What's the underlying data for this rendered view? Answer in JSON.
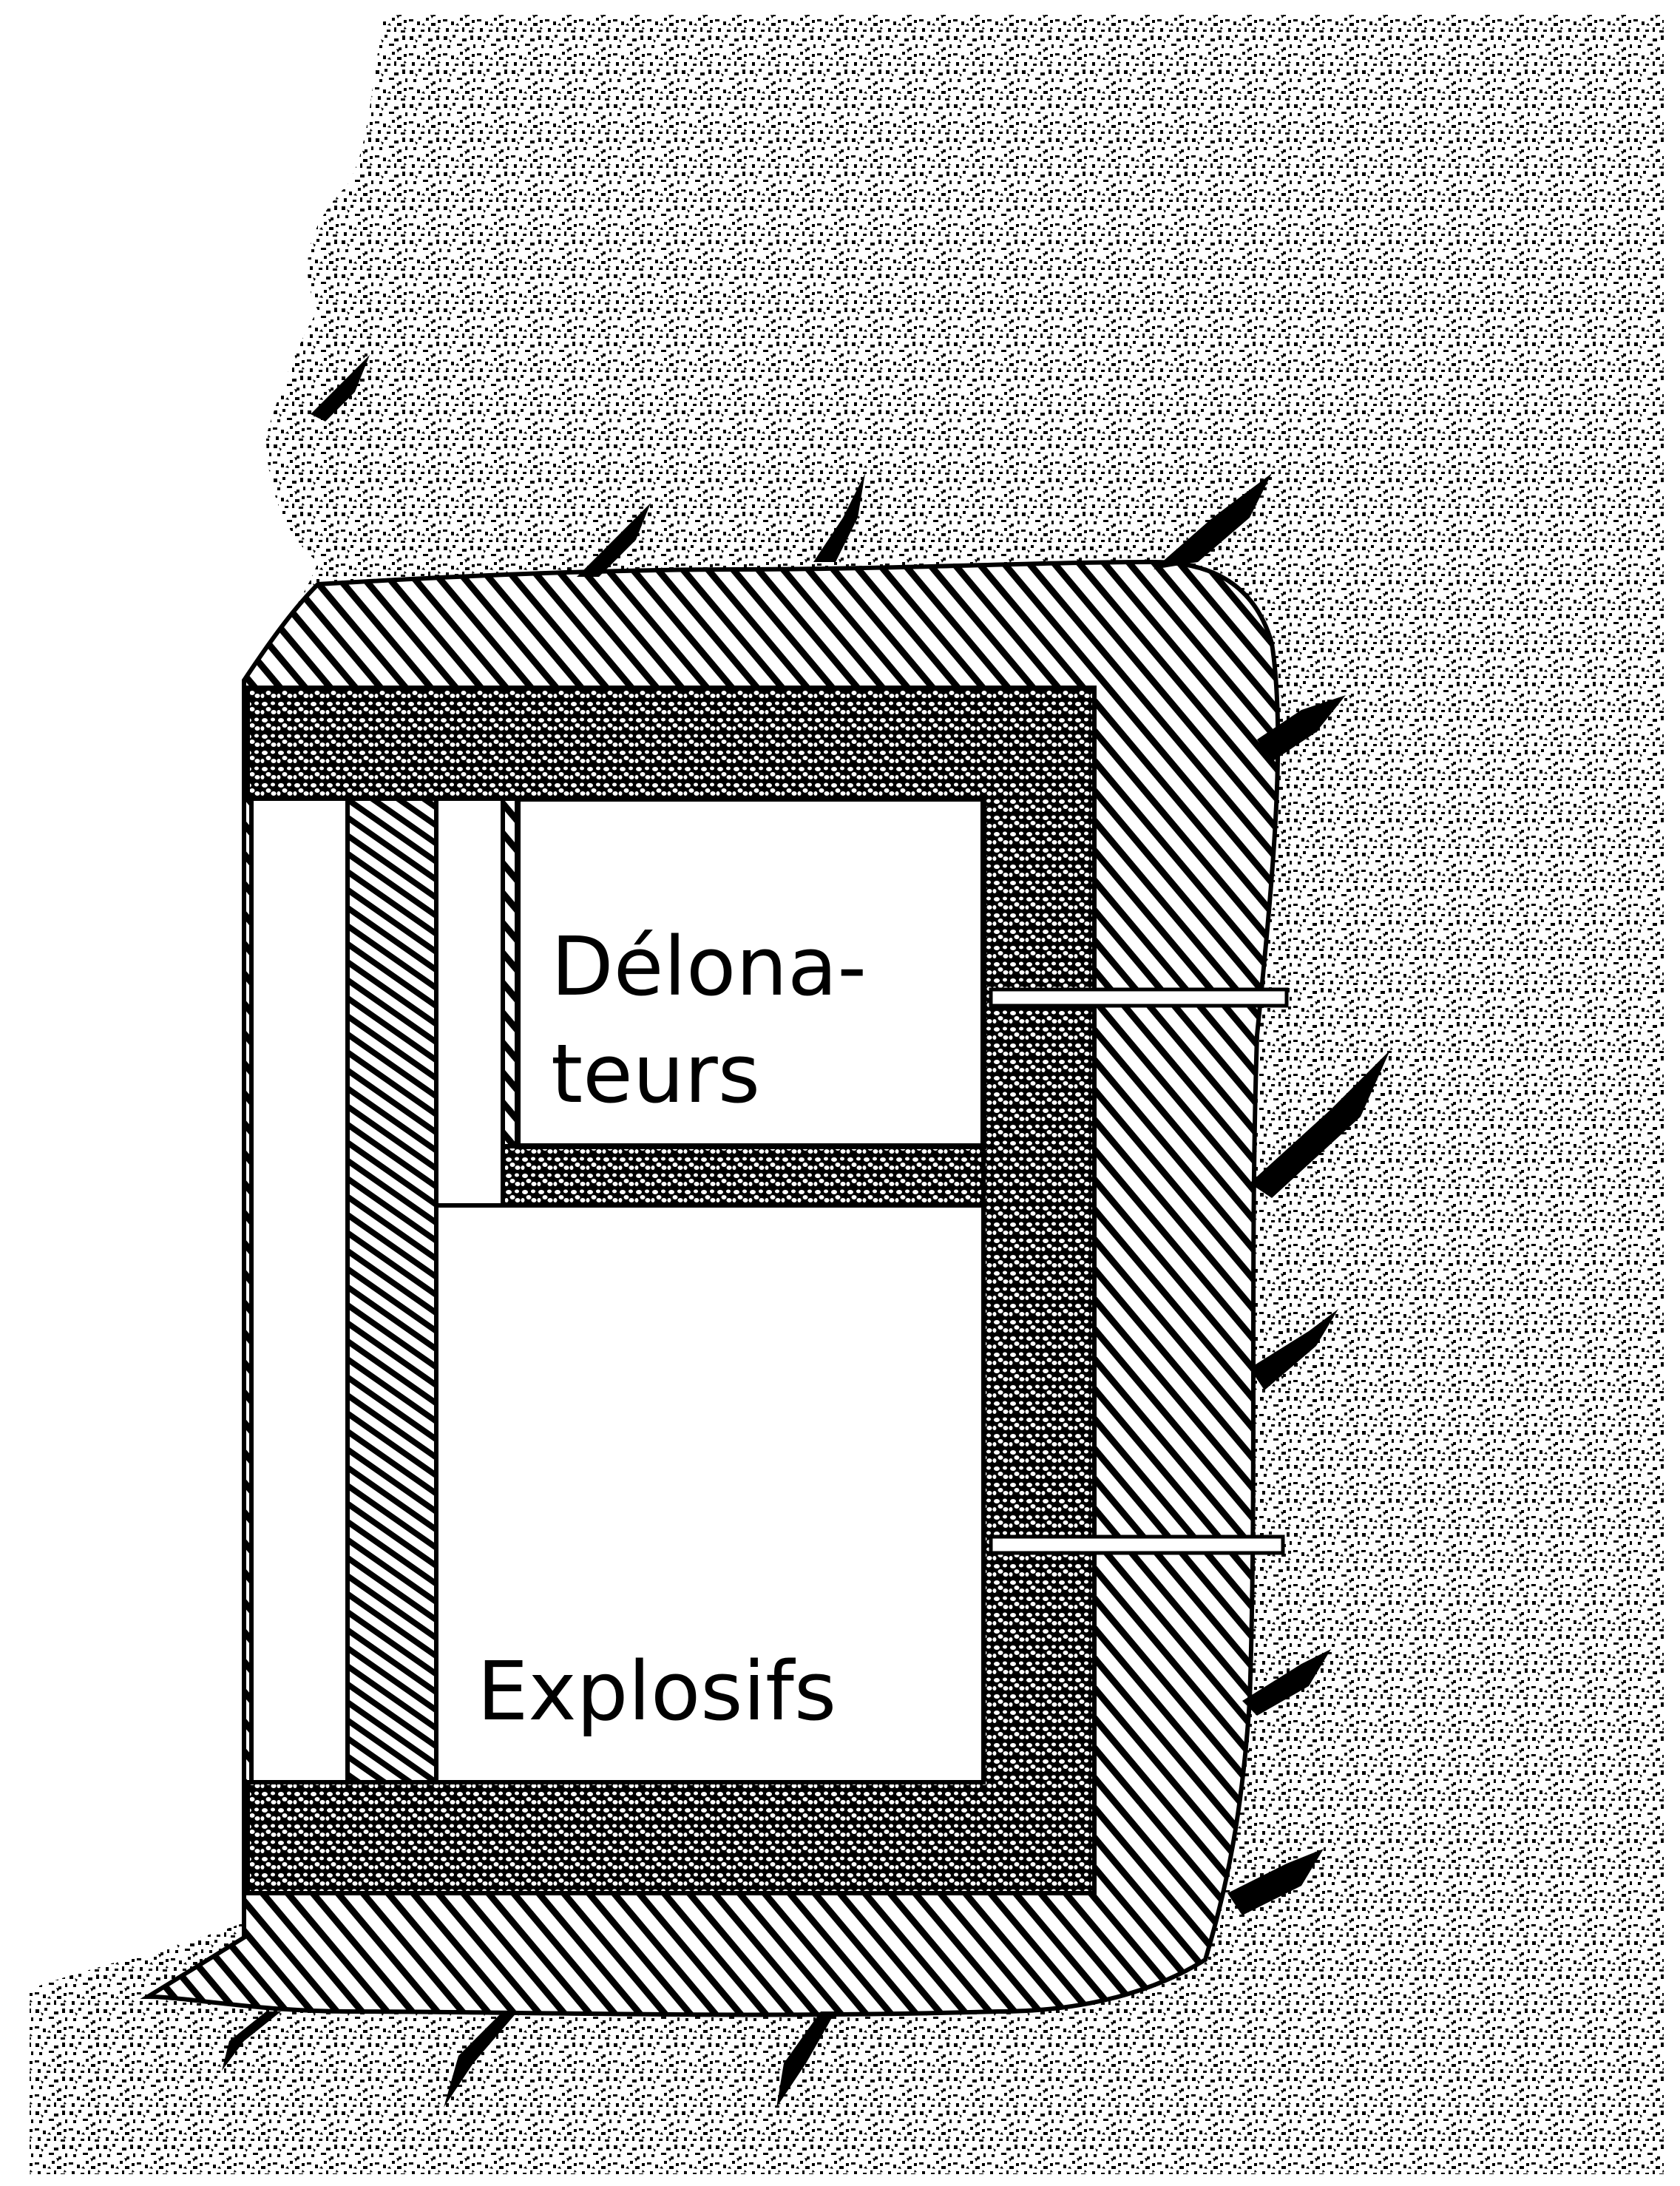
{
  "diagram": {
    "labels": {
      "detonator_room_line1": "Délona-",
      "detonator_room_line2": "teurs",
      "explosives_room": "Explosifs"
    },
    "colors": {
      "ink": "#000000",
      "paper": "#ffffff"
    }
  }
}
